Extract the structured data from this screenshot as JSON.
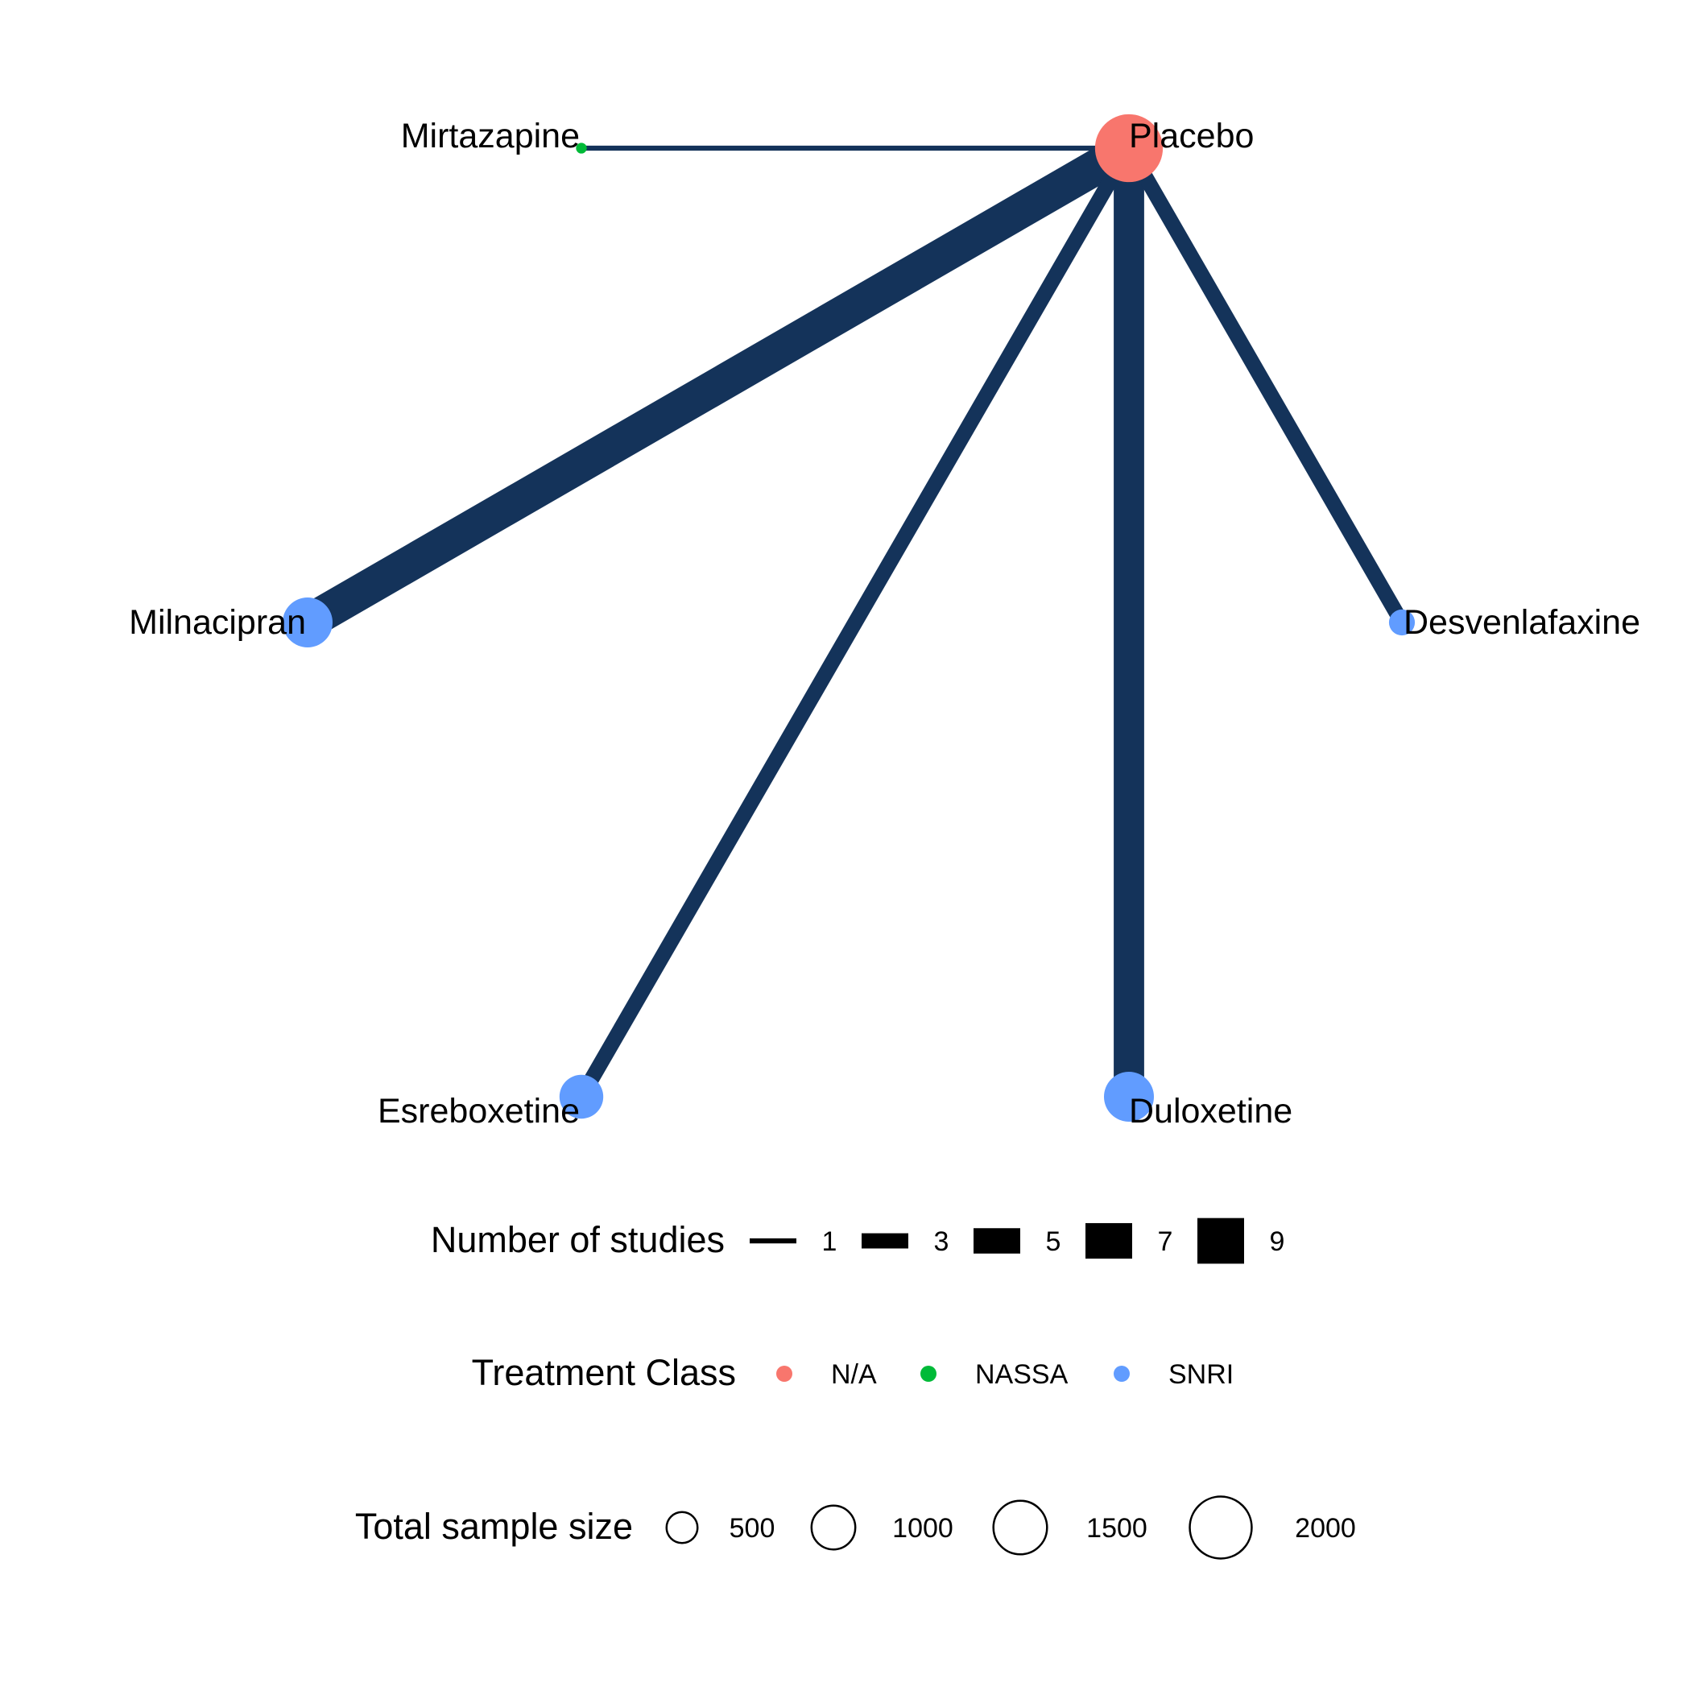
{
  "network": {
    "edge_color": "#14335A",
    "nodes": [
      {
        "id": "placebo",
        "label": "Placebo",
        "class": "N/A",
        "sample_size": 2400
      },
      {
        "id": "mirtazapine",
        "label": "Mirtazapine",
        "class": "NASSA",
        "sample_size": 60
      },
      {
        "id": "milnacipran",
        "label": "Milnacipran",
        "class": "SNRI",
        "sample_size": 1300
      },
      {
        "id": "desvenlafaxine",
        "label": "Desvenlafaxine",
        "class": "SNRI",
        "sample_size": 350
      },
      {
        "id": "esreboxetine",
        "label": "Esreboxetine",
        "class": "SNRI",
        "sample_size": 1000
      },
      {
        "id": "duloxetine",
        "label": "Duloxetine",
        "class": "SNRI",
        "sample_size": 1300
      }
    ],
    "edges": [
      {
        "from": "placebo",
        "to": "mirtazapine",
        "studies": 1
      },
      {
        "from": "placebo",
        "to": "milnacipran",
        "studies": 7
      },
      {
        "from": "placebo",
        "to": "esreboxetine",
        "studies": 3
      },
      {
        "from": "placebo",
        "to": "duloxetine",
        "studies": 6
      },
      {
        "from": "placebo",
        "to": "desvenlafaxine",
        "studies": 3
      }
    ]
  },
  "legend": {
    "studies": {
      "title": "Number of studies",
      "keys": [
        1,
        3,
        5,
        7,
        9
      ],
      "key_labels": [
        "1",
        "3",
        "5",
        "7",
        "9"
      ]
    },
    "treatment_class": {
      "title": "Treatment Class",
      "keys": [
        {
          "label": "N/A",
          "color": "#F8766D"
        },
        {
          "label": "NASSA",
          "color": "#00BA38"
        },
        {
          "label": "SNRI",
          "color": "#619CFF"
        }
      ]
    },
    "sample_size": {
      "title": "Total sample size",
      "keys": [
        500,
        1000,
        1500,
        2000
      ],
      "key_labels": [
        "500",
        "1000",
        "1500",
        "2000"
      ]
    }
  }
}
